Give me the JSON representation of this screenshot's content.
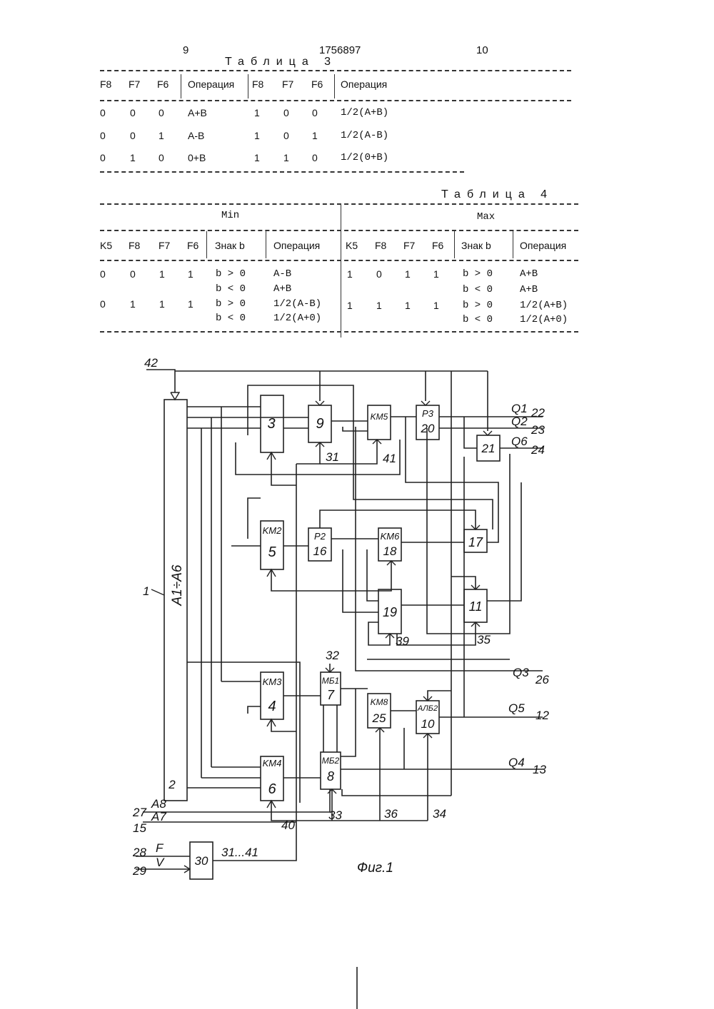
{
  "header": {
    "page_left": "9",
    "patent_number": "1756897",
    "page_right": "10"
  },
  "table3": {
    "title": "Таблица 3",
    "headers": [
      "F8",
      "F7",
      "F6",
      "Операция",
      "F8",
      "F7",
      "F6",
      "Операция"
    ],
    "rows": [
      [
        "0",
        "0",
        "0",
        "A+B",
        "1",
        "0",
        "0",
        "1/2(A+B)"
      ],
      [
        "0",
        "0",
        "1",
        "A-B",
        "1",
        "0",
        "1",
        "1/2(A-B)"
      ],
      [
        "0",
        "1",
        "0",
        "0+B",
        "1",
        "1",
        "0",
        "1/2(0+B)"
      ]
    ]
  },
  "table4": {
    "title": "Таблица 4",
    "group_min": "Min",
    "group_max": "Max",
    "headers": [
      "K5",
      "F8",
      "F7",
      "F6",
      "Знак b",
      "Операция",
      "K5",
      "F8",
      "F7",
      "F6",
      "Знак b",
      "Операция"
    ],
    "rows": [
      [
        "0",
        "0",
        "1",
        "1",
        "b > 0",
        "A-B",
        "1",
        "0",
        "1",
        "1",
        "b > 0",
        "A+B"
      ],
      [
        "",
        "",
        "",
        "",
        "b < 0",
        "A+B",
        "",
        "",
        "",
        "",
        "b < 0",
        "A+B"
      ],
      [
        "0",
        "1",
        "1",
        "1",
        "b > 0",
        "1/2(A-B)",
        "1",
        "1",
        "1",
        "1",
        "b > 0",
        "1/2(A+B)"
      ],
      [
        "",
        "",
        "",
        "",
        "b < 0",
        "1/2(A+0)",
        "",
        "",
        "",
        "",
        "b < 0",
        "1/2(A+0)"
      ]
    ]
  },
  "figure": {
    "caption": "Фиг.1",
    "blocks": {
      "b1": "A1÷A6",
      "b1_num": "1",
      "b1_bottom": "2",
      "b3": "3",
      "b9": "9",
      "km5": "KM5",
      "p3": "P3",
      "b20": "20",
      "b21": "21",
      "km2": "KM2",
      "b5": "5",
      "p2": "P2",
      "b16": "16",
      "km6": "KM6",
      "b18": "18",
      "b17": "17",
      "b19": "19",
      "b11": "11",
      "km3": "KM3",
      "b4": "4",
      "mb1": "МБ1",
      "b7": "7",
      "km8": "KM8",
      "b25": "25",
      "alb2": "АЛБ2",
      "b10": "10",
      "km4": "KM4",
      "b6": "6",
      "mb2": "МБ2",
      "b8": "8",
      "b30": "30"
    },
    "labels": {
      "l42": "42",
      "q1": "Q1",
      "n22": "22",
      "q2": "Q2",
      "n23": "23",
      "q6": "Q6",
      "n24": "24",
      "l31": "31",
      "l41": "41",
      "l39": "39",
      "l35": "35",
      "l32": "32",
      "q3": "Q3",
      "n26": "26",
      "q5": "Q5",
      "n12": "12",
      "q4": "Q4",
      "n13": "13",
      "a8": "A8",
      "n27": "27",
      "a7": "A7",
      "n15": "15",
      "l40": "40",
      "l33": "33",
      "l36": "36",
      "l34": "34",
      "n28": "28",
      "f": "F",
      "n29": "29",
      "v": "V",
      "l31_41": "31...41"
    }
  }
}
